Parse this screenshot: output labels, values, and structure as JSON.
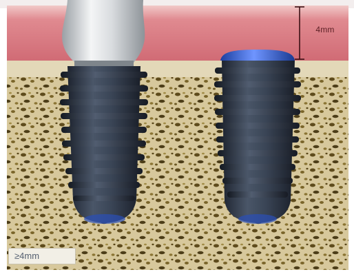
{
  "diagram": {
    "gum_thickness_label": "4mm",
    "bone_depth_label": "≥4mm",
    "colors": {
      "gum": "#d8737c",
      "bone": "#cbb98a",
      "implant_thread": "#2a3240",
      "implant_core": "#3b4658",
      "abutment": "#cfd3d6",
      "cover_screw": "#2f5fd0"
    },
    "elements": [
      "soft-tissue-layer",
      "bone-layer",
      "implant-with-abutment",
      "implant-with-cover-screw",
      "gum-thickness-dimension",
      "bone-depth-label"
    ]
  }
}
